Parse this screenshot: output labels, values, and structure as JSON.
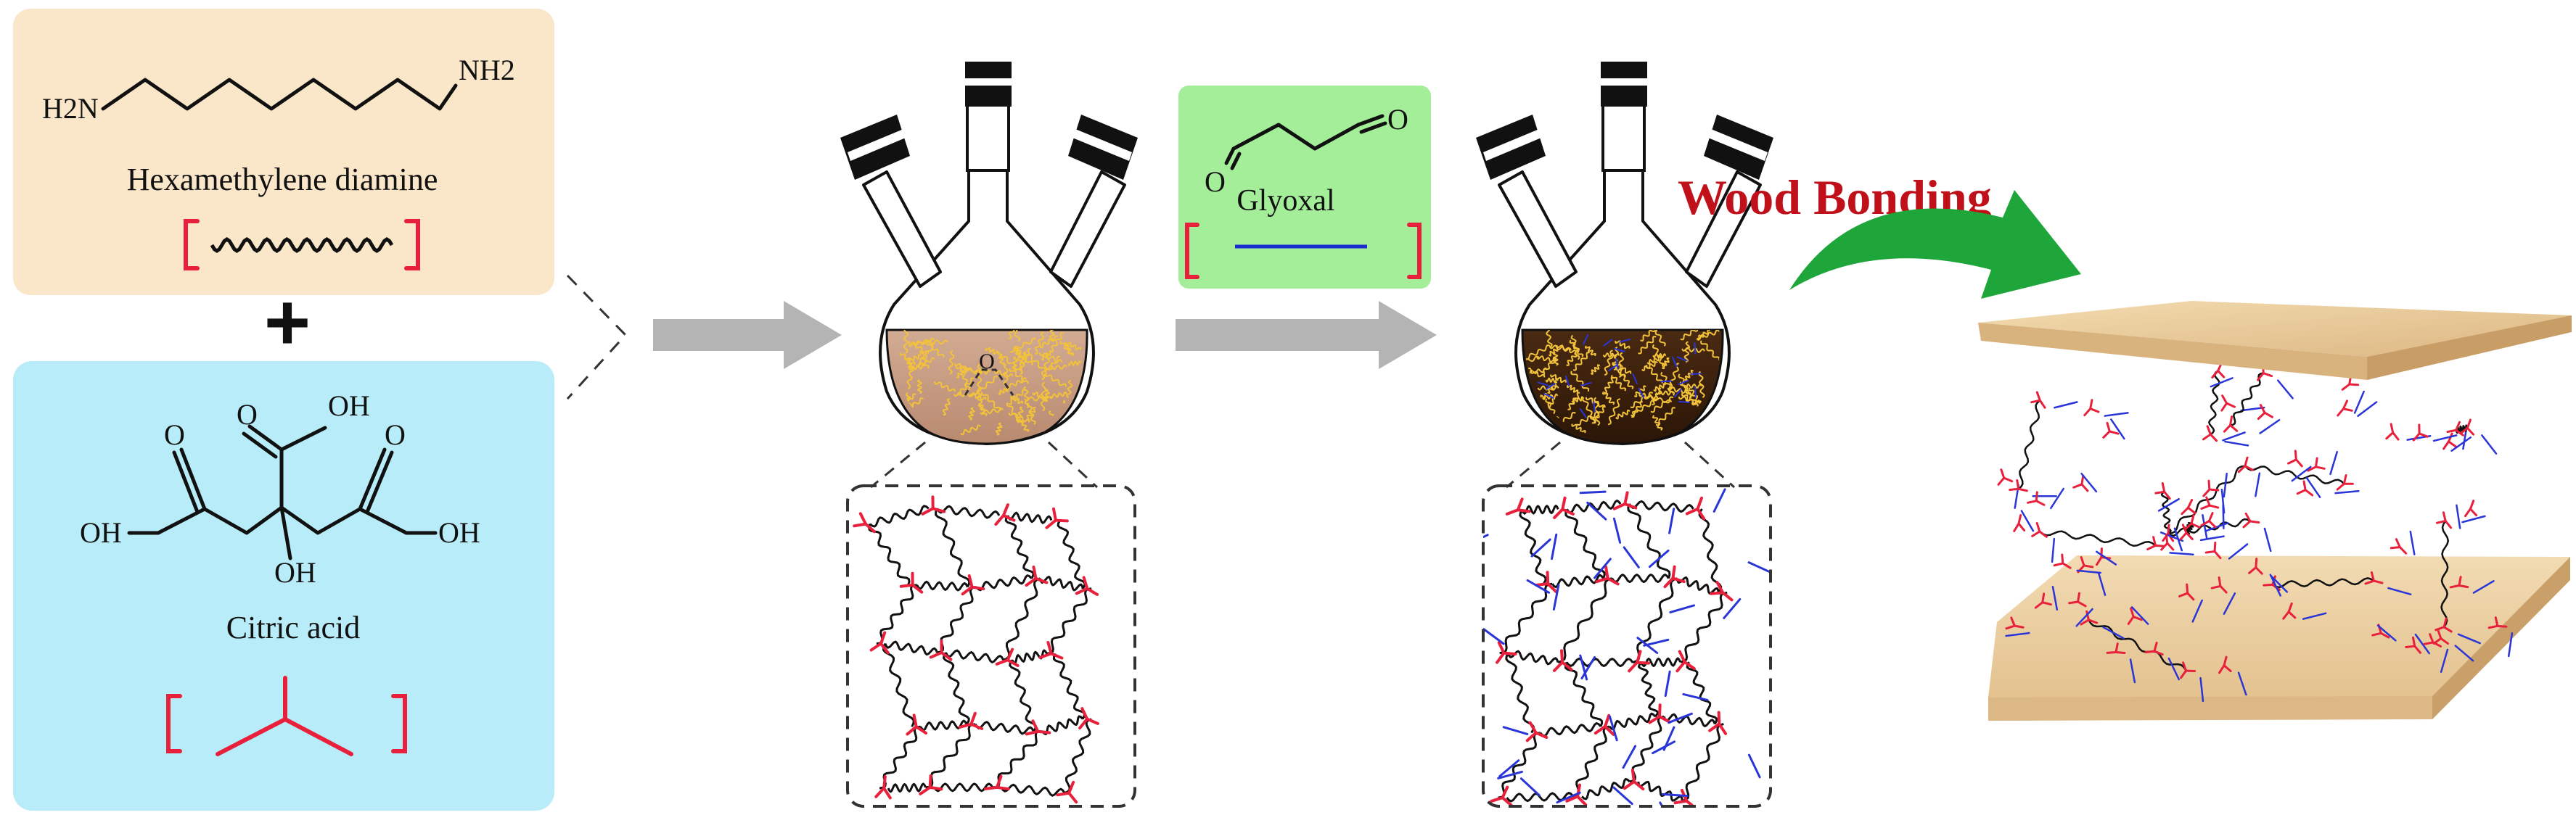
{
  "reagents": {
    "amine_left": "H2N",
    "amine_right": "NH2",
    "amine_name": "Hexamethylene diamine",
    "plus": "+",
    "acid_oh_top": "OH",
    "acid_o_top": "O",
    "acid_o_left": "O",
    "acid_o_right": "O",
    "acid_oh_left": "OH",
    "acid_oh_right": "OH",
    "acid_oh_center": "OH",
    "acid_name": "Citric acid"
  },
  "glyoxal": {
    "name": "Glyoxal",
    "o_left": "O",
    "o_right": "O"
  },
  "flask1_center_label": "O",
  "wood_bonding_label": "Wood Bonding",
  "colors": {
    "amine_box": "#fae6c8",
    "acid_box": "#b8ecf8",
    "glyoxal_box": "#a4ee9a",
    "bracket": "#e8203c",
    "glyoxal_line": "#1a2bd0",
    "arrow_gray": "#b4b4b4",
    "green_arrow": "#1fa63a",
    "wood_label": "#c0101a",
    "flask1_liquid": "#c9a088",
    "flask2_liquid": "#3a1f0e",
    "network_red": "#e8203c",
    "network_blue": "#2a35d8",
    "wood_board": "#ebcf9f"
  }
}
